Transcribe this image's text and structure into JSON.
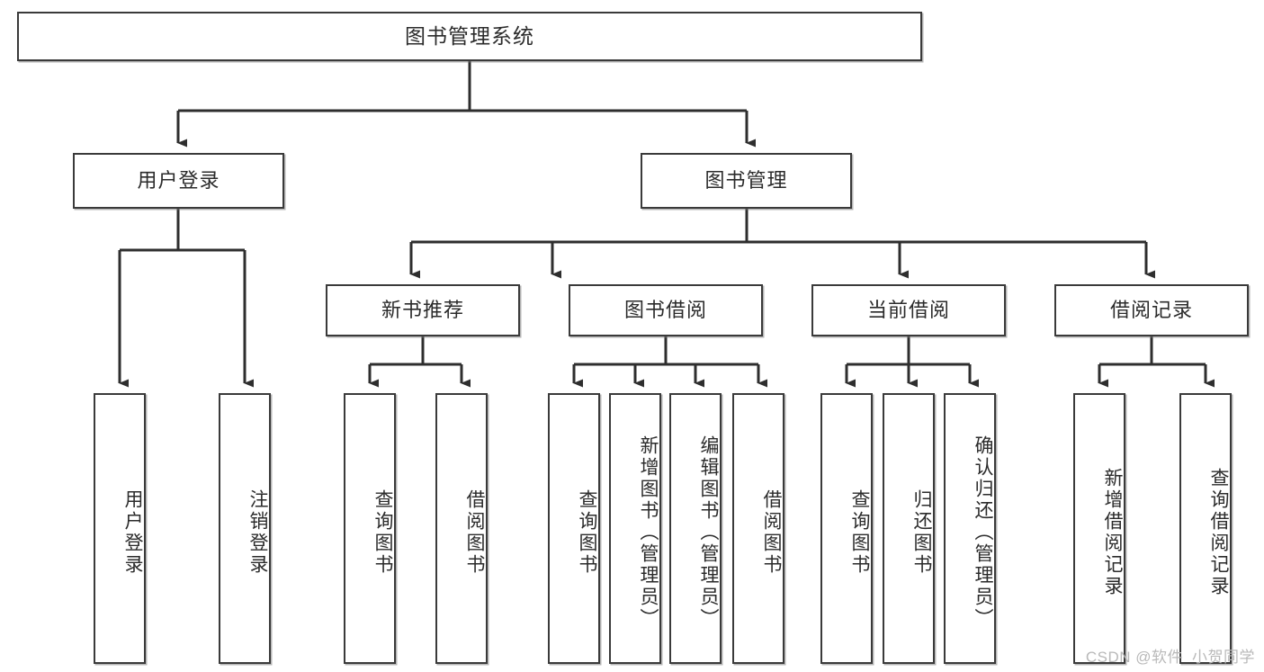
{
  "diagram": {
    "type": "tree-hierarchy",
    "title": "图书管理系统",
    "orientation": "top-down",
    "watermark": "CSDN @软件_小贺同学",
    "colors": {
      "box_border": "#3a3a3a",
      "box_fill": "#ffffff",
      "connector": "#2e2e2e",
      "text": "#2b2b2b",
      "watermark": "#b9b9b9"
    },
    "root": {
      "label": "图书管理系统"
    },
    "level1": [
      {
        "label": "用户登录"
      },
      {
        "label": "图书管理"
      }
    ],
    "level2": [
      {
        "label": "新书推荐"
      },
      {
        "label": "图书借阅"
      },
      {
        "label": "当前借阅"
      },
      {
        "label": "借阅记录"
      }
    ],
    "leaves": {
      "user_login": [
        {
          "label": "用户登录"
        },
        {
          "label": "注销登录"
        }
      ],
      "new_book_recommend": [
        {
          "label": "查询图书"
        },
        {
          "label": "借阅图书"
        }
      ],
      "book_borrow": [
        {
          "label": "查询图书"
        },
        {
          "label": "新增图书（管理员）"
        },
        {
          "label": "编辑图书（管理员）"
        },
        {
          "label": "借阅图书"
        }
      ],
      "current_borrow": [
        {
          "label": "查询图书"
        },
        {
          "label": "归还图书"
        },
        {
          "label": "确认归还（管理员）"
        }
      ],
      "borrow_record": [
        {
          "label": "新增借阅记录"
        },
        {
          "label": "查询借阅记录"
        }
      ]
    }
  }
}
